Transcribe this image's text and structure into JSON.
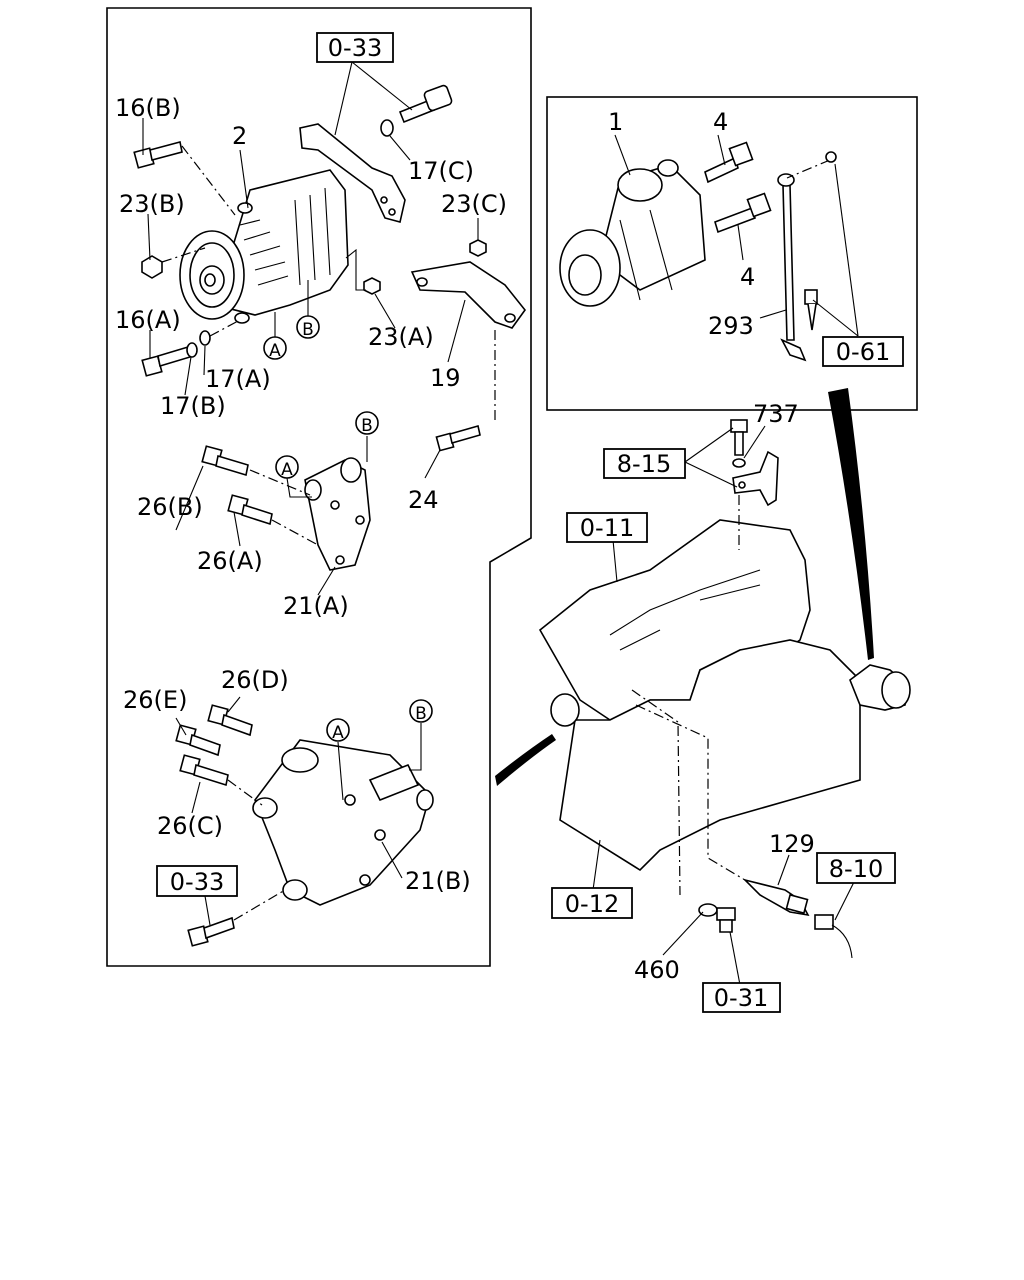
{
  "callouts": {
    "p_16b": "16(B)",
    "p_2": "2",
    "p_23b": "23(B)",
    "p_16a": "16(A)",
    "p_17a": "17(A)",
    "p_17b": "17(B)",
    "p_17c": "17(C)",
    "p_23c": "23(C)",
    "p_23a": "23(A)",
    "p_19": "19",
    "p_24": "24",
    "p_26b": "26(B)",
    "p_26a": "26(A)",
    "p_21a": "21(A)",
    "p_26e": "26(E)",
    "p_26d": "26(D)",
    "p_26c": "26(C)",
    "p_21b": "21(B)",
    "p_1": "1",
    "p_4a": "4",
    "p_4b": "4",
    "p_293": "293",
    "p_737": "737",
    "p_129": "129",
    "p_460": "460"
  },
  "circle_markers": {
    "a": "A",
    "b": "B"
  },
  "reference_boxes": {
    "r_033_top": "0-33",
    "r_033_bottom": "0-33",
    "r_061": "0-61",
    "r_815": "8-15",
    "r_011": "0-11",
    "r_012": "0-12",
    "r_810": "8-10",
    "r_031": "0-31"
  }
}
